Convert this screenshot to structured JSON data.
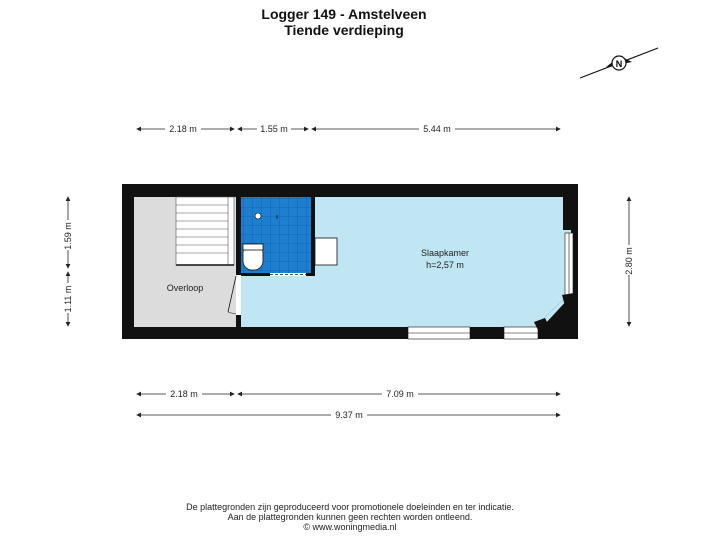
{
  "header": {
    "title": "Logger 149 - Amstelveen",
    "subtitle": "Tiende verdieping"
  },
  "compass": {
    "icon": "north-arrow-icon",
    "letter": "N"
  },
  "dimensions": {
    "top": [
      "2.18 m",
      "1.55 m",
      "5.44 m"
    ],
    "bottom_row1": [
      "2.18 m",
      "7.09 m"
    ],
    "bottom_total": "9.37 m",
    "left": [
      "1.59 m",
      "1.11 m"
    ],
    "right": "2.80 m"
  },
  "rooms": {
    "bedroom_name": "Slaapkamer",
    "bedroom_height": "h=2,57 m",
    "landing_name": "Overloop"
  },
  "colors": {
    "wall": "#111111",
    "bedroom_fill": "#bfe6f2",
    "landing_fill": "#dcdcdc",
    "bathroom_tile": "#1e7fd0"
  },
  "footer": {
    "line1": "De plattegronden zijn geproduceerd voor promotionele doeleinden en ter indicatie.",
    "line2": "Aan de plattegronden kunnen geen rechten worden ontleend.",
    "line3": "© www.woningmedia.nl"
  }
}
